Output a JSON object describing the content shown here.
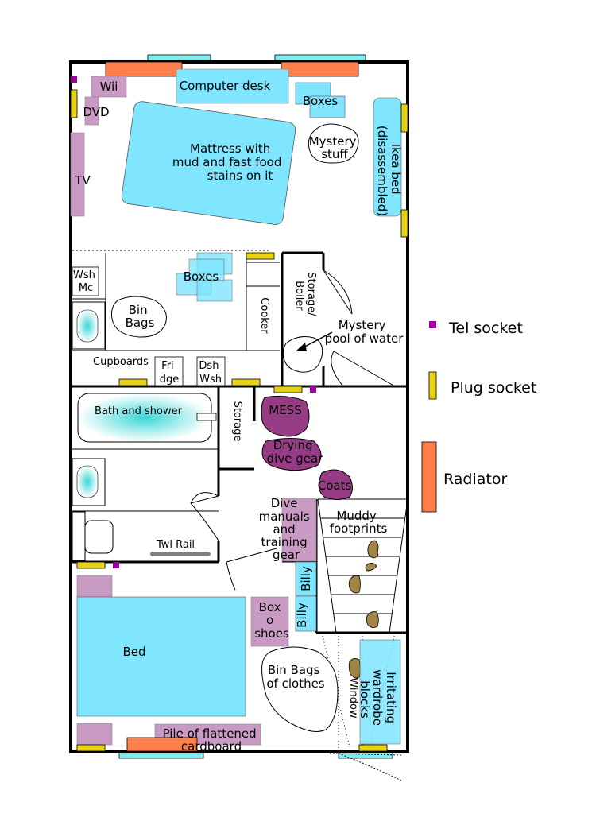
{
  "colors": {
    "wall": "#000000",
    "furniture_blue": "#80e5ff",
    "furniture_purple": "#c99bc4",
    "mess": "#953c84",
    "footprint": "#a08547",
    "tel_socket": "#a000a0",
    "plug_socket": "#e8d214",
    "radiator": "#ff7f4c",
    "window": "#80ecec",
    "rail": "#808080"
  },
  "legend": {
    "tel_socket": "Tel socket",
    "plug_socket": "Plug socket",
    "radiator": "Radiator"
  },
  "labels": {
    "wii": "Wii",
    "dvd": "DVD",
    "tv": "TV",
    "computer_desk": "Computer desk",
    "boxes_top": "Boxes",
    "mattress": [
      "Mattress with",
      "mud and fast food",
      "stains on it"
    ],
    "mystery_stuff": [
      "Mystery",
      "stuff"
    ],
    "ikea_bed": [
      "Ikea bed",
      "(disassembled)"
    ],
    "washing_machine": [
      "Wsh",
      "Mc"
    ],
    "boxes_kitchen": "Boxes",
    "bin_bags_kitchen": [
      "Bin",
      "Bags"
    ],
    "cooker": "Cooker",
    "storage_boiler": [
      "Storage/",
      "Boiler"
    ],
    "mystery_pool": [
      "Mystery",
      "pool of water"
    ],
    "cupboards": "Cupboards",
    "fridge": [
      "Fri",
      "dge"
    ],
    "dishwasher": [
      "Dsh",
      "Wsh"
    ],
    "bath_shower": "Bath and shower",
    "storage_hall": "Storage",
    "mess": "MESS",
    "drying_dive_gear": [
      "Drying",
      "dive gear"
    ],
    "coats": "Coats",
    "dive_manuals": [
      "Dive",
      "manuals",
      "and",
      "training",
      "gear"
    ],
    "muddy_footprints": [
      "Muddy",
      "footprints"
    ],
    "towel_rail": "Twl Rail",
    "billy_1": "Billy",
    "billy_2": "Billy",
    "box_o_shoes": [
      "Box",
      "o",
      "shoes"
    ],
    "bed": "Bed",
    "bin_bags_clothes": [
      "Bin Bags",
      "of clothes"
    ],
    "window": "Window",
    "irritating_wardrobe": [
      "Irritating",
      "wardrobe",
      "blocks"
    ],
    "cardboard": [
      "Pile of flattened",
      "cardboard"
    ]
  }
}
